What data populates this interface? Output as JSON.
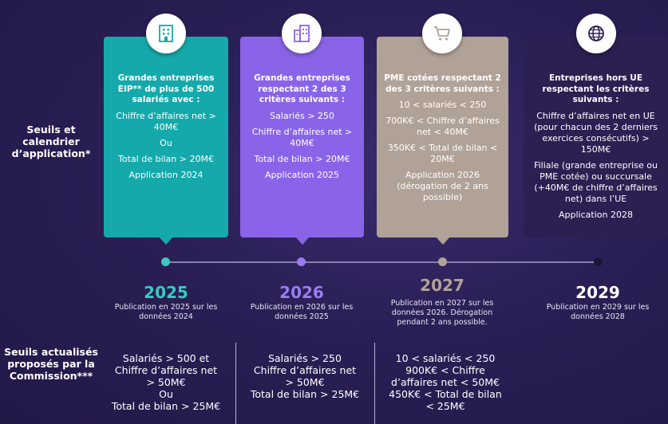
{
  "labels": {
    "row1": "Seuils et calendrier d’application*",
    "row2": "Seuils actualisés proposés par la Commission***"
  },
  "colors": {
    "teal": "#15a9ab",
    "purple": "#8a64e8",
    "taupe": "#b0a297",
    "dark": "#2c1f52",
    "accent_teal": "#3cc7c2",
    "accent_purple": "#9a7cf0"
  },
  "cards": [
    {
      "icon": "building-icon",
      "heading": "Grandes entreprises EIP** de plus de 500 salariés avec :",
      "lines": [
        "Chiffre d’affaires net > 40M€",
        "Ou",
        "Total de bilan > 20M€",
        "Application 2024"
      ]
    },
    {
      "icon": "office-buildings-icon",
      "heading": "Grandes entreprises respectant 2 des 3 critères suivants :",
      "lines": [
        "Salariés > 250",
        "Chiffre d’affaires net > 40M€",
        "Total de bilan > 20M€",
        "Application 2025"
      ]
    },
    {
      "icon": "shopping-cart-icon",
      "heading": "PME cotées respectant 2 des 3 critères suivants :",
      "lines": [
        "10 < salariés < 250",
        "700K€ < Chiffre d’affaires net < 40M€",
        "350K€ < Total de bilan < 20M€",
        "Application 2026 (dérogation de 2 ans possible)"
      ]
    },
    {
      "icon": "globe-icon",
      "heading": "Entreprises hors UE respectant les critères suivants :",
      "lines": [
        "Chiffre d’affaires net en UE (pour chacun des 2 derniers exercices consécutifs) > 150M€",
        "Filiale (grande entreprise ou PME cotée) ou succursale (+40M€ de chiffre d’affaires net) dans l’UE",
        "Application 2028"
      ]
    }
  ],
  "timeline": [
    {
      "year": "2025",
      "text": "Publication en 2025 sur les données 2024"
    },
    {
      "year": "2026",
      "text": "Publication en 2026 sur les données 2025"
    },
    {
      "year": "2027",
      "text": "Publication en 2027 sur les données 2026. Dérogation pendant 2 ans possible."
    },
    {
      "year": "2029",
      "text": "Publication en 2029 sur les données 2028"
    }
  ],
  "updated": [
    {
      "lines": [
        "Salariés > 500 et",
        "Chiffre d’affaires net",
        "> 50M€",
        "Ou",
        "Total de bilan > 25M€"
      ]
    },
    {
      "lines": [
        "Salariés > 250",
        "Chiffre d’affaires net",
        "> 50M€",
        "Total de bilan > 25M€"
      ]
    },
    {
      "lines": [
        "10 < salariés < 250",
        "900K€ < Chiffre",
        "d’affaires net < 50M€",
        "450K€ < Total de bilan",
        "< 25M€"
      ]
    }
  ]
}
